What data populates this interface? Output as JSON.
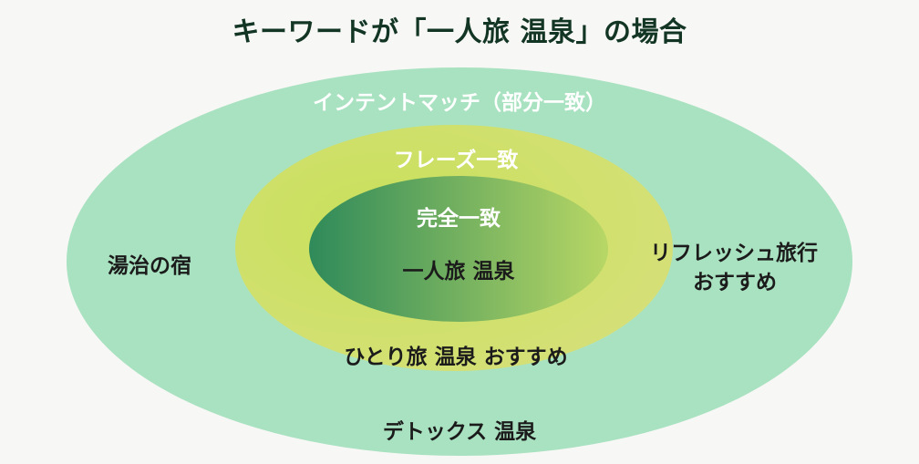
{
  "title": "キーワードが「一人旅 温泉」の場合",
  "colors": {
    "outer_fill": "#a9e2c0",
    "middle_fill_light": "#c8e05a",
    "middle_fill_dark": "#d6e07a",
    "inner_fill_dark": "#2f8a5a",
    "inner_fill_light": "#b8d765",
    "title_text": "#123524"
  },
  "rings": {
    "outer": {
      "label": "インテントマッチ（部分一致）",
      "keywords": [
        "湯治の宿",
        "リフレッシュ旅行",
        "おすすめ",
        "デトックス 温泉"
      ]
    },
    "middle": {
      "label": "フレーズ一致",
      "keywords": [
        "ひとり旅 温泉 おすすめ"
      ]
    },
    "inner": {
      "label": "完全一致",
      "keywords": [
        "一人旅 温泉"
      ]
    }
  }
}
